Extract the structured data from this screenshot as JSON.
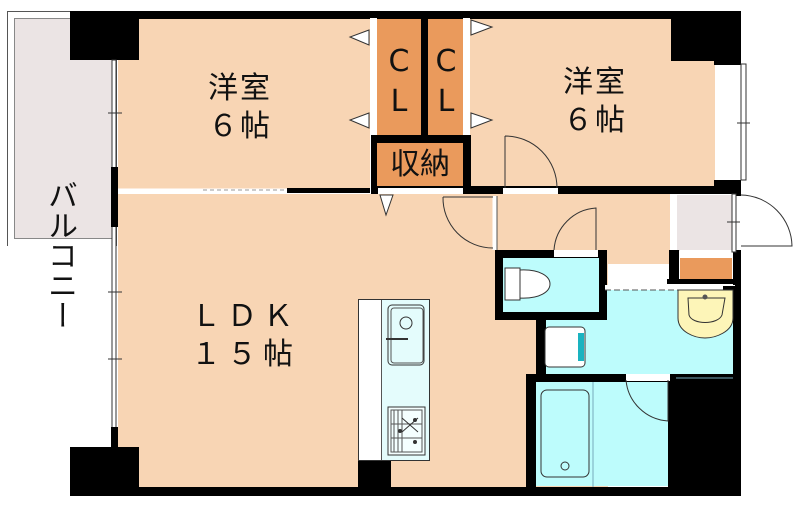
{
  "floor_plan": {
    "rooms": [
      {
        "id": "western-room-1",
        "name": "洋室",
        "size": "６帖"
      },
      {
        "id": "western-room-2",
        "name": "洋室",
        "size": "６帖"
      },
      {
        "id": "ldk",
        "name": "ＬＤＫ",
        "size": "１５帖"
      }
    ],
    "closets": [
      {
        "id": "closet-1",
        "line1": "C",
        "line2": "L"
      },
      {
        "id": "closet-2",
        "line1": "C",
        "line2": "L"
      }
    ],
    "storage": {
      "label": "収納"
    },
    "balcony": {
      "label": "バルコニー"
    },
    "colors": {
      "room": "#f8d5b4",
      "closet": "#ea9a5c",
      "wet_area": "#bdfcfc",
      "balcony": "#ebe4e4",
      "wall": "#000000",
      "sink": "#fdf5b8"
    },
    "fixtures": [
      "toilet",
      "kitchen-sink",
      "stove",
      "washbasin",
      "washing-machine",
      "bathtub",
      "entrance-door"
    ]
  }
}
